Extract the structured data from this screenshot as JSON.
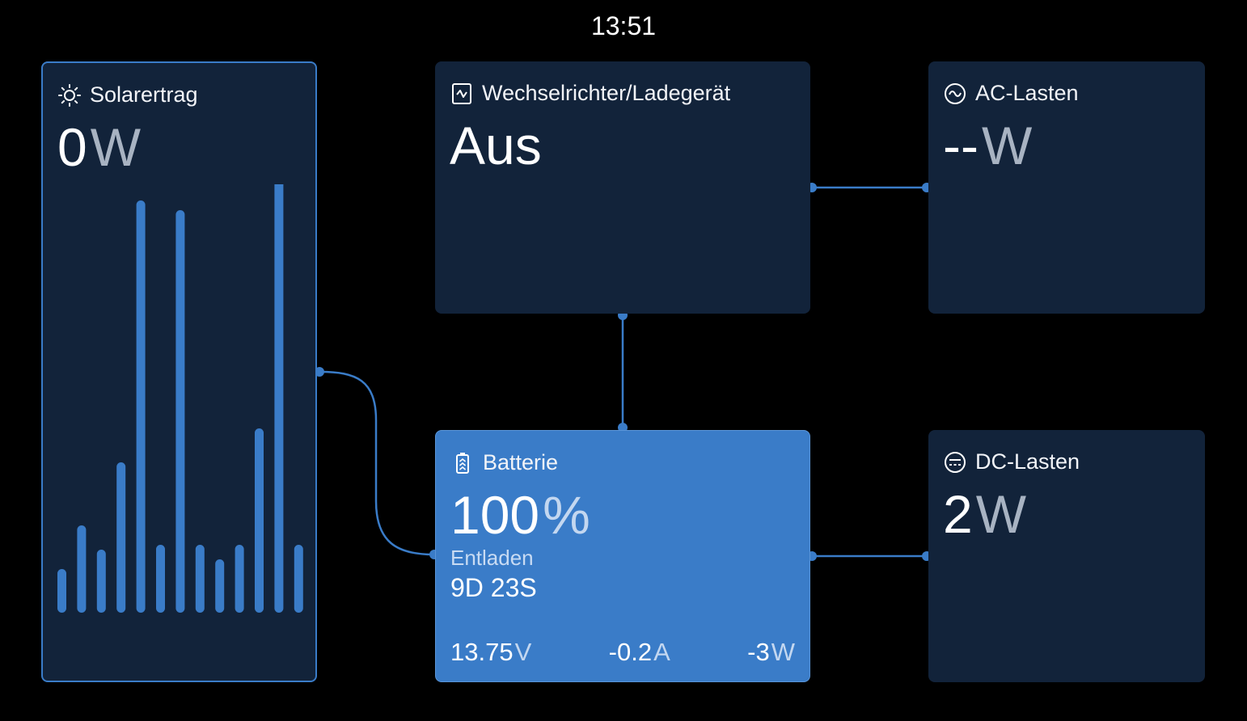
{
  "clock": "13:51",
  "colors": {
    "accent": "#3a7cc8",
    "card_bg": "#12233a",
    "background": "#000000"
  },
  "solar": {
    "title": "Solarertrag",
    "icon": "sun-icon",
    "value": "0",
    "unit": "W",
    "history_bars": [
      0.09,
      0.18,
      0.13,
      0.31,
      0.85,
      0.14,
      0.83,
      0.14,
      0.11,
      0.14,
      0.38,
      0.92,
      0.14
    ]
  },
  "inverter": {
    "title": "Wechselrichter/Ladegerät",
    "icon": "inverter-icon",
    "state": "Aus"
  },
  "ac_loads": {
    "title": "AC-Lasten",
    "icon": "ac-wave-icon",
    "value": "--",
    "unit": "W"
  },
  "battery": {
    "title": "Batterie",
    "icon": "battery-icon",
    "soc": "100",
    "soc_unit": "%",
    "status": "Entladen",
    "time_to_go": "9D 23S",
    "voltage": "13.75",
    "voltage_unit": "V",
    "current": "-0.2",
    "current_unit": "A",
    "power": "-3",
    "power_unit": "W"
  },
  "dc_loads": {
    "title": "DC-Lasten",
    "icon": "dc-icon",
    "value": "2",
    "unit": "W"
  }
}
